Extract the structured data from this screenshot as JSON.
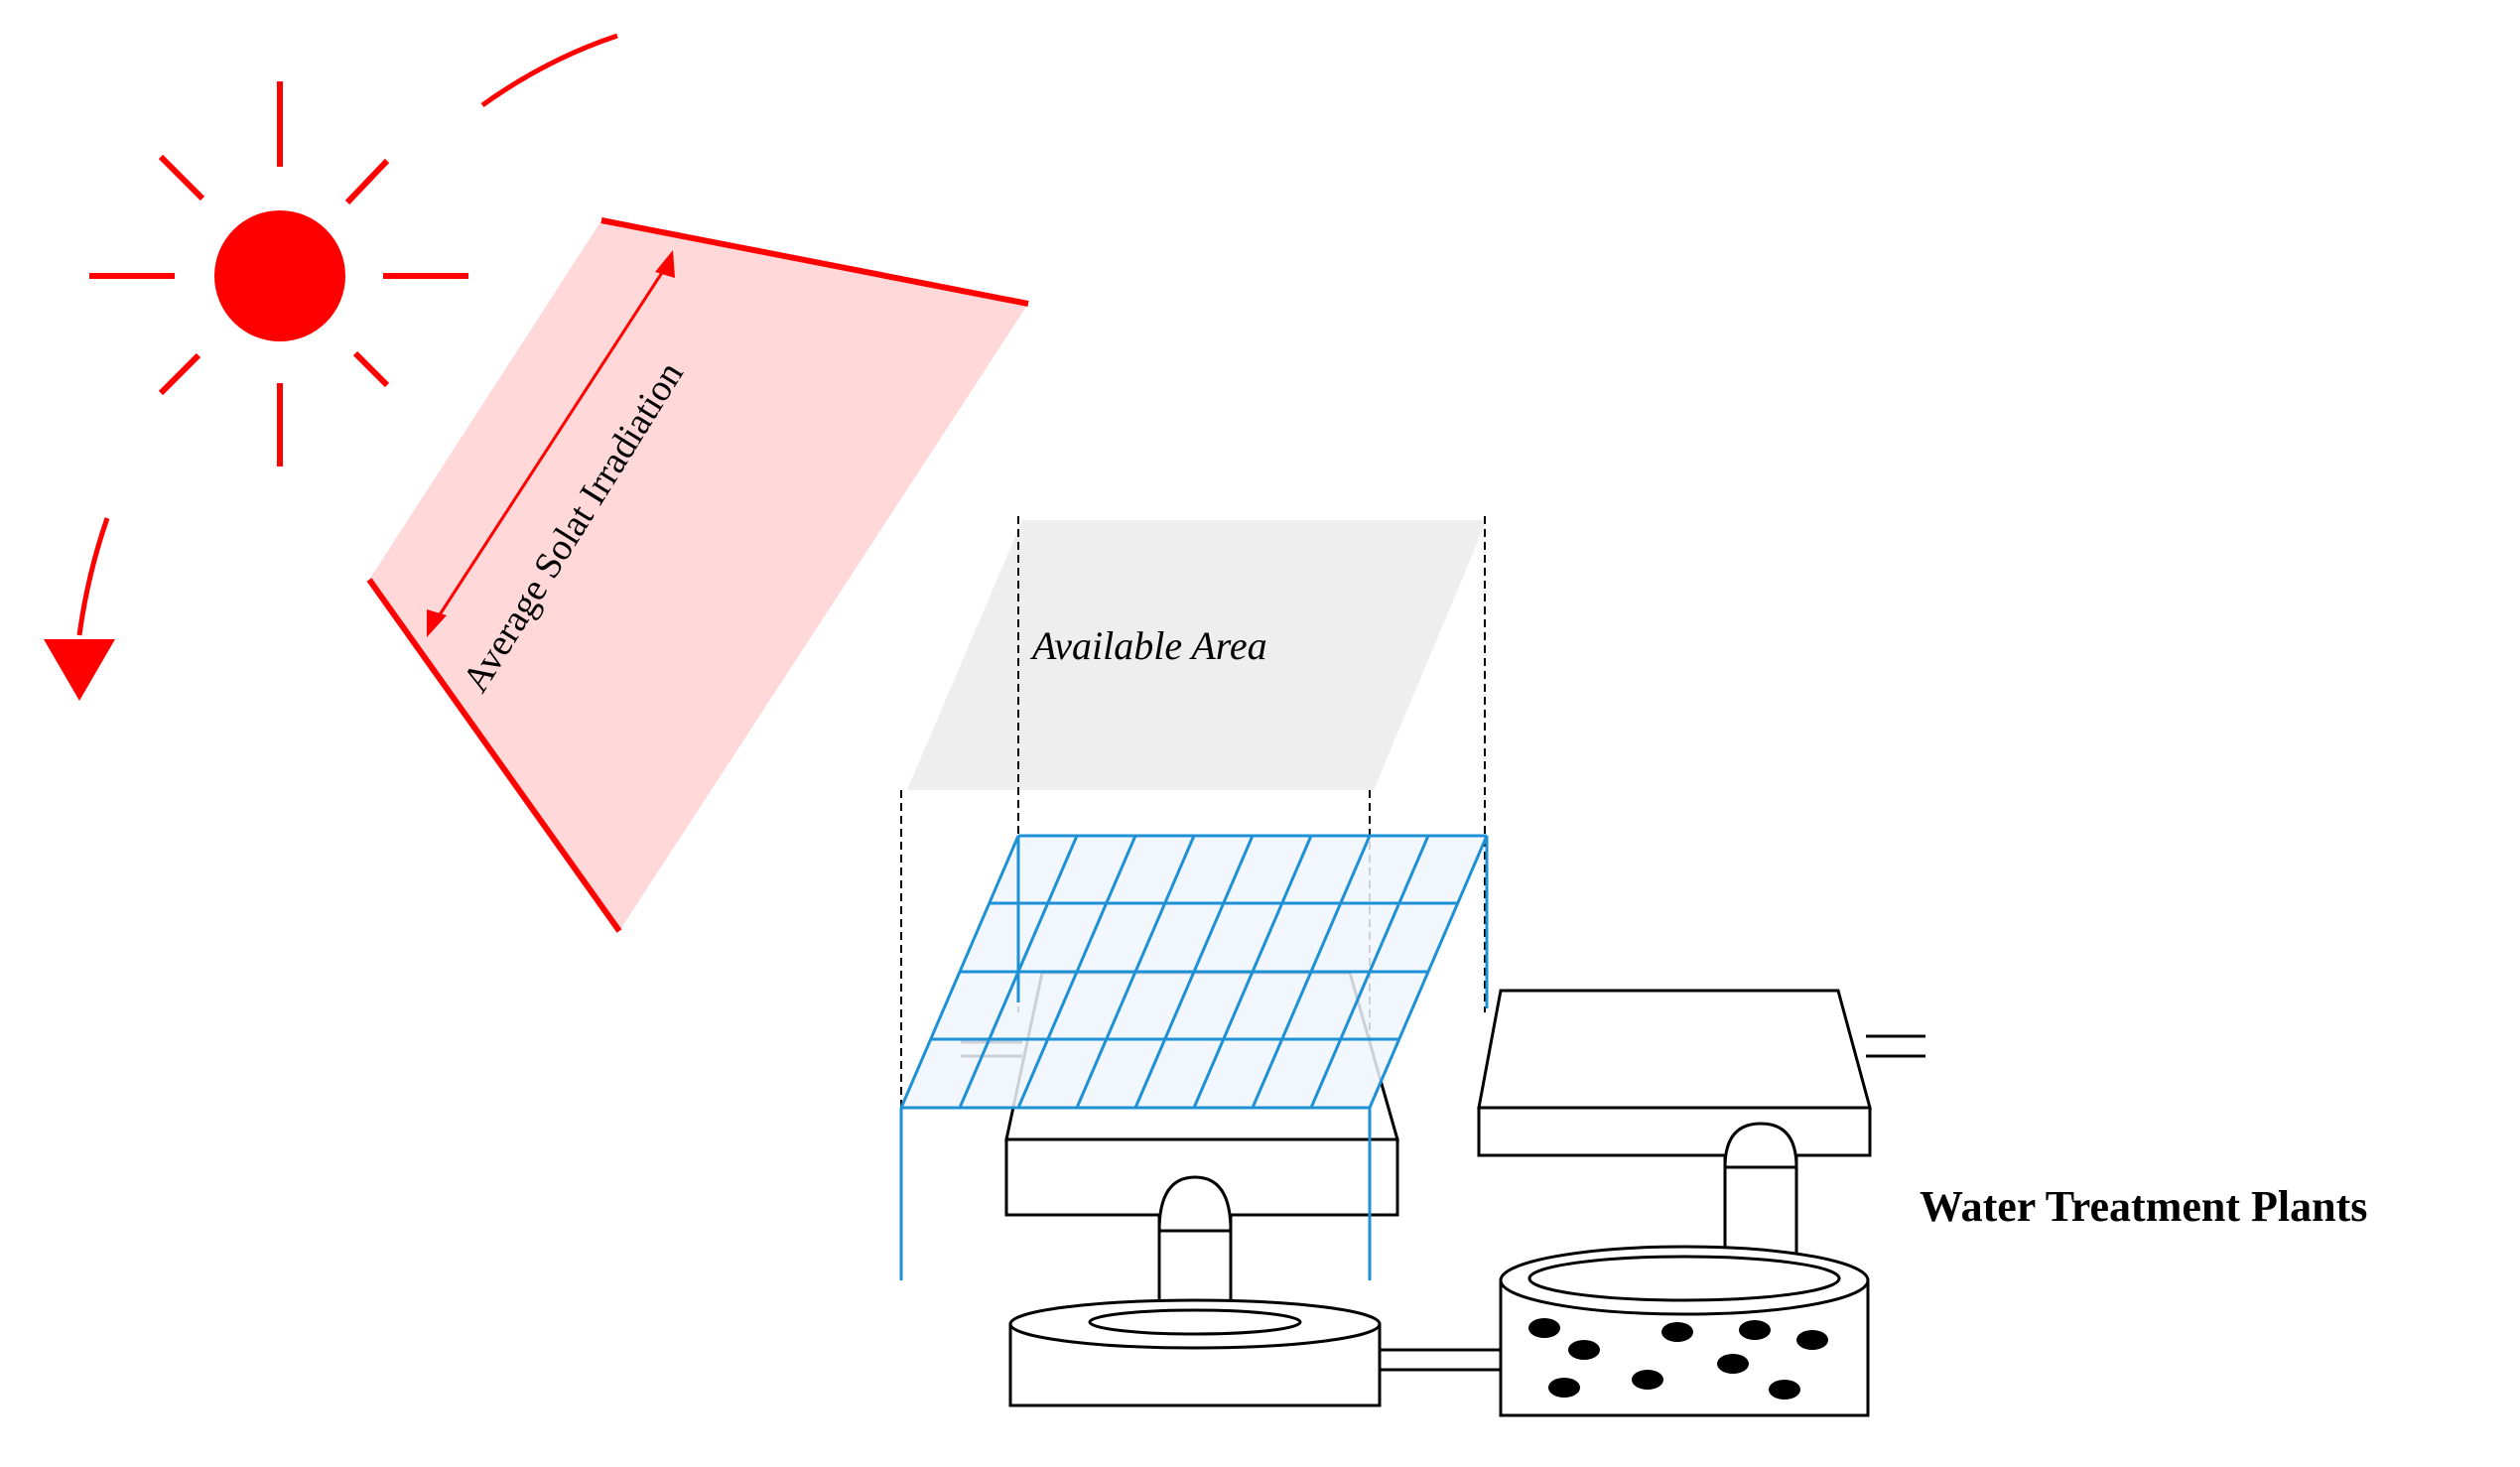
{
  "labels": {
    "irradiation": "Average Solat Irradiation",
    "area": "Available Area",
    "plants": "Water Treatment Plants"
  },
  "colors": {
    "sun": "#ff0000",
    "beam_fill": "#ffd9d9",
    "panel_grid": "#1e90d6",
    "panel_fill": "#eef6fb",
    "area_fill": "#eeeeee",
    "outline": "#000000",
    "dashed": "#000000"
  },
  "icons": {
    "sun": "sun-icon",
    "arc_arrow": "sun-path-arrow-icon"
  }
}
